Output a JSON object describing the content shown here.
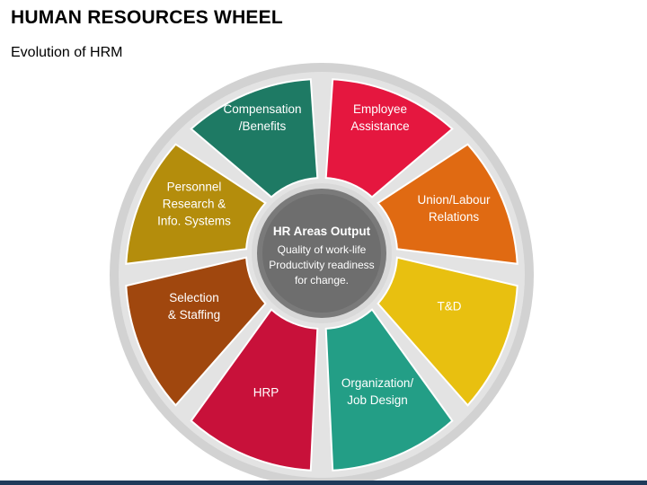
{
  "header": {
    "title": "HUMAN RESOURCES WHEEL",
    "subtitle": "Evolution of HRM"
  },
  "center": {
    "title": "HR Areas Output",
    "lines": [
      "Quality of work-life",
      "Productivity readiness",
      "for change."
    ]
  },
  "segments": [
    {
      "id": "compensation",
      "lines": [
        "Compensation",
        "/Benefits"
      ],
      "color": "#1e7a64"
    },
    {
      "id": "employee-assistance",
      "lines": [
        "Employee",
        "Assistance"
      ],
      "color": "#e5173f"
    },
    {
      "id": "union-labour",
      "lines": [
        "Union/Labour",
        "Relations"
      ],
      "color": "#e06a12"
    },
    {
      "id": "td",
      "lines": [
        "T&D"
      ],
      "color": "#e8c010"
    },
    {
      "id": "organization",
      "lines": [
        "Organization/",
        "Job Design"
      ],
      "color": "#239e86"
    },
    {
      "id": "hrp",
      "lines": [
        "HRP"
      ],
      "color": "#c8113a"
    },
    {
      "id": "selection",
      "lines": [
        "Selection",
        "& Staffing"
      ],
      "color": "#a0470e"
    },
    {
      "id": "personnel",
      "lines": [
        "Personnel",
        "Research &",
        "Info. Systems"
      ],
      "color": "#b48d0c"
    }
  ],
  "colors": {
    "outer_ring": "#d2d2d2",
    "center_fill": "#6e6e6e",
    "center_ring": "#7a7a7a",
    "footer_bar": "#1f3a5a"
  }
}
